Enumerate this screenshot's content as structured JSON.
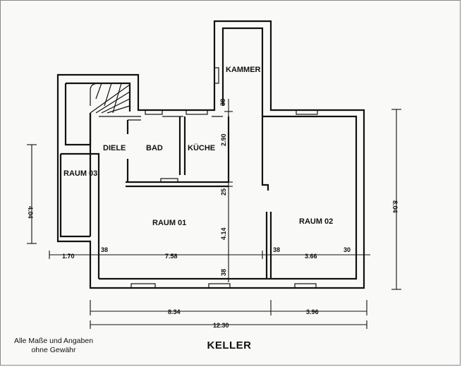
{
  "title": "KELLER",
  "disclaimer": {
    "line1": "Alle Maße und Angaben",
    "line2": "ohne Gewähr"
  },
  "rooms": {
    "kammer": "KAMMER",
    "diele": "DIELE",
    "bad": "BAD",
    "kueche": "KÜCHE",
    "raum01": "RAUM 01",
    "raum02": "RAUM 02",
    "raum03": "RAUM 03"
  },
  "dimensions": {
    "left_height": "4.04",
    "right_height": "8.04",
    "left_width": "1.70",
    "width_raum01": "7.58",
    "width_raum02": "3.66",
    "wall_38_left": "38",
    "wall_38_mid": "38",
    "wall_30_right": "30",
    "wall_38_bottom": "38",
    "wall_38_kammer": "38",
    "height_kueche": "2.90",
    "wall_25": "25",
    "height_raum01": "4.14",
    "total_8_34": "8.34",
    "total_3_96": "3.96",
    "total_12_30": "12.30"
  }
}
